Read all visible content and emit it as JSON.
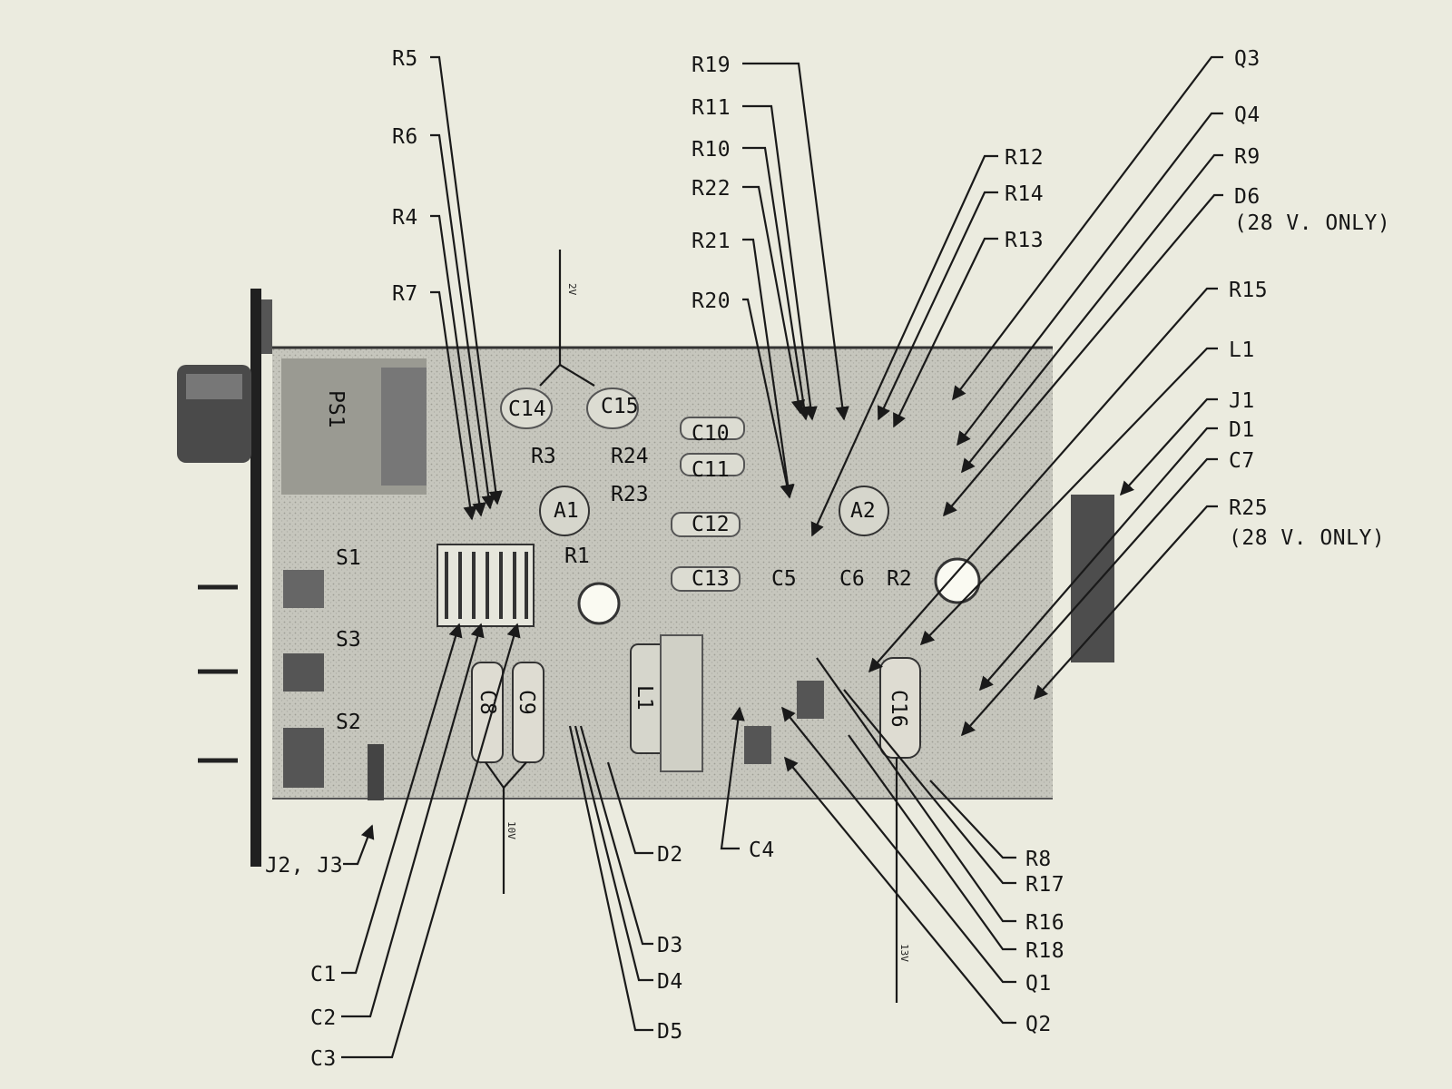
{
  "leader_labels": [
    {
      "id": "r5",
      "text": "R5"
    },
    {
      "id": "r6",
      "text": "R6"
    },
    {
      "id": "r4",
      "text": "R4"
    },
    {
      "id": "r7",
      "text": "R7"
    },
    {
      "id": "r19",
      "text": "R19"
    },
    {
      "id": "r11",
      "text": "R11"
    },
    {
      "id": "r10",
      "text": "R10"
    },
    {
      "id": "r22",
      "text": "R22"
    },
    {
      "id": "r21",
      "text": "R21"
    },
    {
      "id": "r20",
      "text": "R20"
    },
    {
      "id": "r12",
      "text": "R12"
    },
    {
      "id": "r14",
      "text": "R14"
    },
    {
      "id": "r13",
      "text": "R13"
    },
    {
      "id": "q3",
      "text": "Q3"
    },
    {
      "id": "q4",
      "text": "Q4"
    },
    {
      "id": "r9",
      "text": "R9"
    },
    {
      "id": "d6",
      "text": "D6"
    },
    {
      "id": "d6note",
      "text": "(28 V. ONLY)"
    },
    {
      "id": "r15",
      "text": "R15"
    },
    {
      "id": "l1",
      "text": "L1"
    },
    {
      "id": "j1",
      "text": "J1"
    },
    {
      "id": "d1",
      "text": "D1"
    },
    {
      "id": "c7",
      "text": "C7"
    },
    {
      "id": "r25",
      "text": "R25"
    },
    {
      "id": "r25note",
      "text": "(28 V. ONLY)"
    },
    {
      "id": "j2j3",
      "text": "J2, J3"
    },
    {
      "id": "c1",
      "text": "C1"
    },
    {
      "id": "c2",
      "text": "C2"
    },
    {
      "id": "c3",
      "text": "C3"
    },
    {
      "id": "d2",
      "text": "D2"
    },
    {
      "id": "d3",
      "text": "D3"
    },
    {
      "id": "d4",
      "text": "D4"
    },
    {
      "id": "d5",
      "text": "D5"
    },
    {
      "id": "c4",
      "text": "C4"
    },
    {
      "id": "r8",
      "text": "R8"
    },
    {
      "id": "r17",
      "text": "R17"
    },
    {
      "id": "r16",
      "text": "R16"
    },
    {
      "id": "r18",
      "text": "R18"
    },
    {
      "id": "q1",
      "text": "Q1"
    },
    {
      "id": "q2",
      "text": "Q2"
    }
  ],
  "board_labels": [
    {
      "id": "ps1",
      "text": "PS1"
    },
    {
      "id": "c14",
      "text": "C14"
    },
    {
      "id": "c15",
      "text": "C15"
    },
    {
      "id": "r3",
      "text": "R3"
    },
    {
      "id": "r24",
      "text": "R24"
    },
    {
      "id": "a1",
      "text": "A1"
    },
    {
      "id": "r23",
      "text": "R23"
    },
    {
      "id": "c10",
      "text": "C10"
    },
    {
      "id": "c11",
      "text": "C11"
    },
    {
      "id": "c12",
      "text": "C12"
    },
    {
      "id": "c13",
      "text": "C13"
    },
    {
      "id": "c5",
      "text": "C5"
    },
    {
      "id": "c6",
      "text": "C6"
    },
    {
      "id": "a2",
      "text": "A2"
    },
    {
      "id": "r2",
      "text": "R2"
    },
    {
      "id": "r1",
      "text": "R1"
    },
    {
      "id": "s1",
      "text": "S1"
    },
    {
      "id": "s3",
      "text": "S3"
    },
    {
      "id": "s2",
      "text": "S2"
    },
    {
      "id": "c8",
      "text": "C8"
    },
    {
      "id": "c9",
      "text": "C9"
    },
    {
      "id": "l1b",
      "text": "L1"
    },
    {
      "id": "c16",
      "text": "C16"
    }
  ],
  "test_points": [
    {
      "id": "tp2v",
      "text": "2V"
    },
    {
      "id": "tp10v",
      "text": "10V"
    },
    {
      "id": "tp13v",
      "text": "13V"
    }
  ],
  "colors": {
    "paper": "#ebebdf",
    "ink": "#161616",
    "board": "#c9c9c0"
  }
}
